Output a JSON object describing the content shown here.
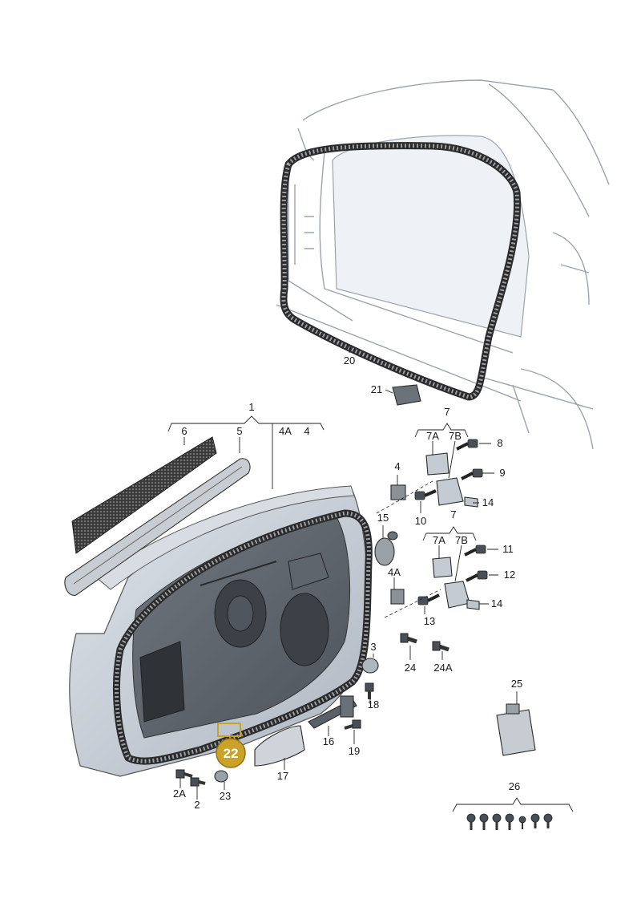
{
  "callouts": {
    "c1": "1",
    "c2": "2",
    "c2a": "2A",
    "c3": "3",
    "c4": "4",
    "c4a": "4A",
    "c4_top": "4",
    "c4a_top": "4A",
    "c5": "5",
    "c6": "6",
    "c7_top": "7",
    "c7a_top": "7A",
    "c7b_top": "7B",
    "c7_mid": "7",
    "c7a_mid": "7A",
    "c7b_mid": "7B",
    "c8": "8",
    "c9": "9",
    "c10": "10",
    "c11": "11",
    "c12": "12",
    "c13": "13",
    "c14_top": "14",
    "c14_mid": "14",
    "c15": "15",
    "c16": "16",
    "c17": "17",
    "c18": "18",
    "c19": "19",
    "c20": "20",
    "c21": "21",
    "c23": "23",
    "c24": "24",
    "c24a": "24A",
    "c25": "25",
    "c26": "26"
  },
  "highlight": {
    "label": "22",
    "color": "#c9a227"
  }
}
